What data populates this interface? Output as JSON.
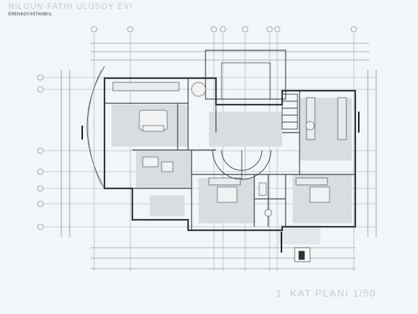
{
  "header": {
    "title": "NILGUN-FATIH ULUSOY EVI",
    "subtitle": "ERENKOY/ISTANBUL"
  },
  "plan": {
    "caption": "1. KAT PLANI 1/50"
  }
}
